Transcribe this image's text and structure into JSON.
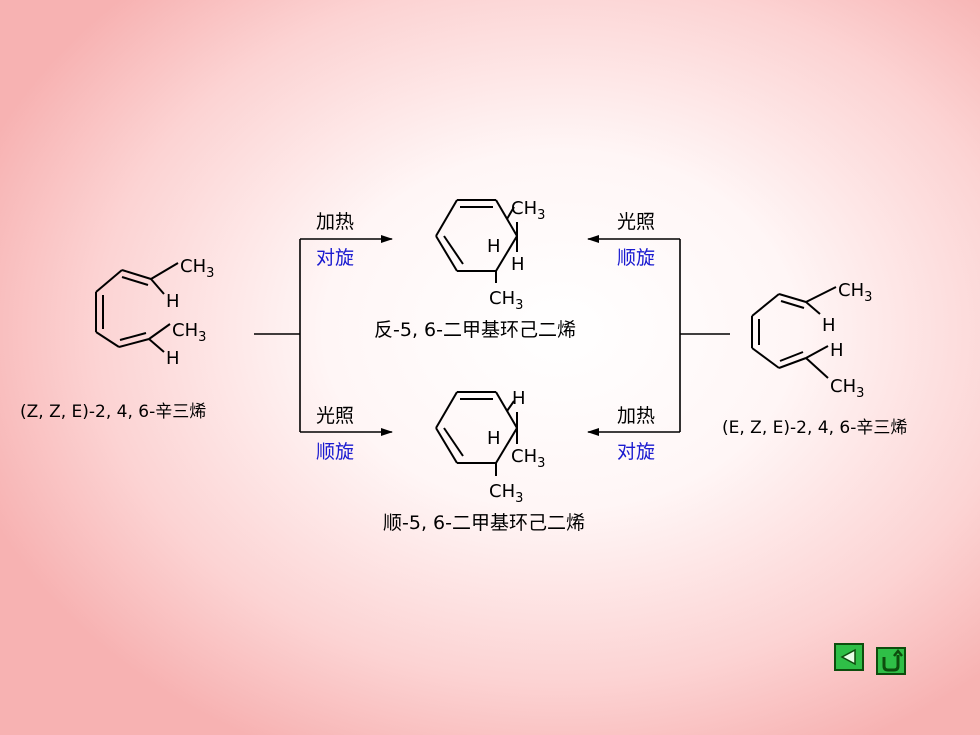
{
  "left_reactant": {
    "name": "(Z, Z, E)-2, 4, 6-辛三烯",
    "upper_group": "CH3",
    "upper_h": "H",
    "lower_group": "CH3",
    "lower_h": "H"
  },
  "right_reactant": {
    "name": "(E, Z, E)-2, 4, 6-辛三烯",
    "upper_group": "CH3",
    "upper_h": "H",
    "lower_h": "H",
    "lower_group": "CH3"
  },
  "top_product": {
    "name": "反-5, 6-二甲基环己二烯",
    "top_sub": "CH3",
    "mid_h_left": "H",
    "mid_h_right": "H",
    "bottom_sub": "CH3"
  },
  "bottom_product": {
    "name": "顺-5, 6-二甲基环己二烯",
    "top_sub": "H",
    "mid_h": "H",
    "mid_sub": "CH3",
    "bottom_sub": "CH3"
  },
  "arrows": {
    "top_left": {
      "condition": "加热",
      "mode": "对旋"
    },
    "bottom_left": {
      "condition": "光照",
      "mode": "顺旋"
    },
    "top_right": {
      "condition": "光照",
      "mode": "顺旋"
    },
    "bottom_right": {
      "condition": "加热",
      "mode": "对旋"
    }
  },
  "colors": {
    "mode_text": "#1a1ad0",
    "nav_button": "#2fbf47"
  },
  "nav": {
    "back_icon": "triangle-left-icon",
    "return_icon": "u-turn-icon"
  }
}
